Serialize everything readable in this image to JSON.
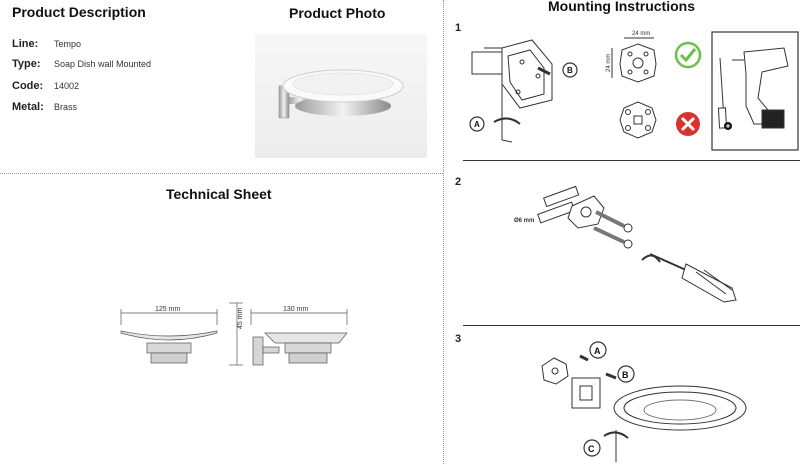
{
  "product_description": {
    "heading": "Product Description",
    "rows": [
      {
        "key": "Line:",
        "value": "Tempo"
      },
      {
        "key": "Type:",
        "value": "Soap Dish wall Mounted"
      },
      {
        "key": "Code:",
        "value": "14002"
      },
      {
        "key": "Metal:",
        "value": "Brass"
      }
    ]
  },
  "product_photo": {
    "heading": "Product Photo"
  },
  "technical_sheet": {
    "heading": "Technical Sheet",
    "dim_width_front": "125 mm",
    "dim_height": "45 mm",
    "dim_depth": "130 mm"
  },
  "mounting": {
    "heading": "Mounting Instructions",
    "steps": [
      {
        "number": "1",
        "label_a": "A",
        "label_b": "B",
        "dim_w": "24 mm",
        "dim_h": "24 mm"
      },
      {
        "number": "2",
        "drill_size": "Ø6 mm"
      },
      {
        "number": "3",
        "label_a": "A",
        "label_b": "B",
        "label_c": "C"
      }
    ]
  },
  "colors": {
    "ok": "#6cc04a",
    "bad": "#d9312b",
    "dish": "#8a8a8a"
  }
}
